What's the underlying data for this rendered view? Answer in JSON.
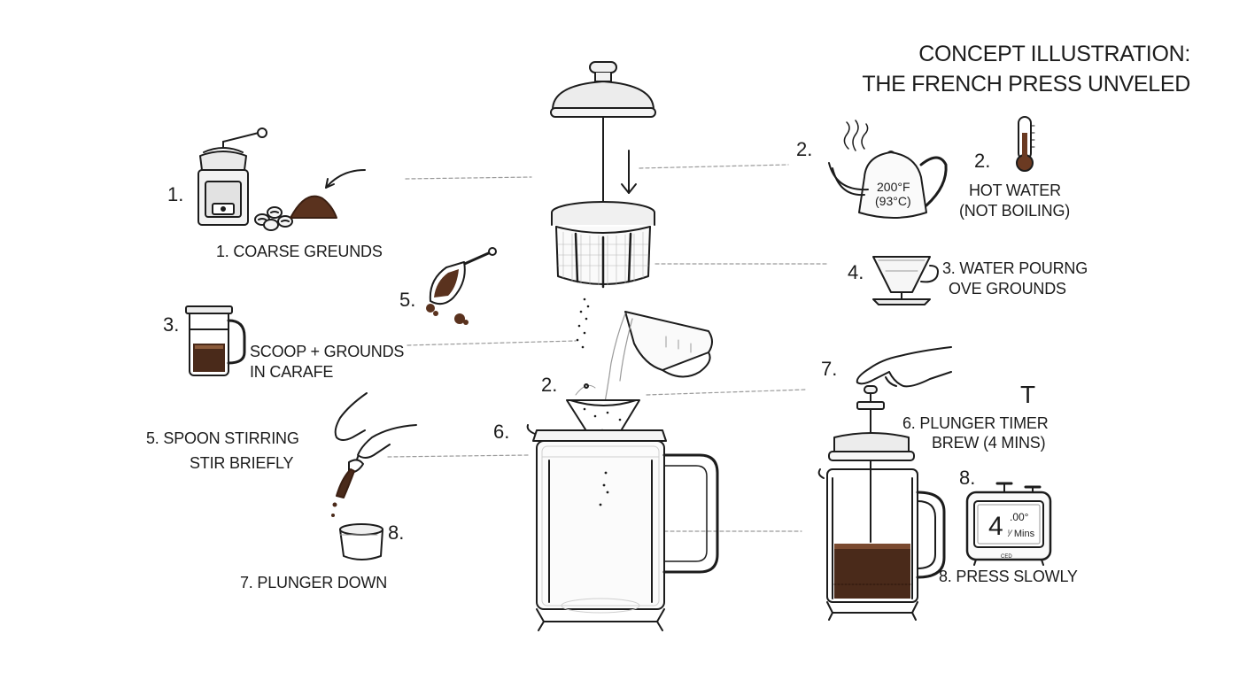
{
  "title": {
    "line1": "CONCEPT ILLUSTRATION:",
    "line2": "THE FRENCH PRESS UNVELED"
  },
  "left": {
    "step1_num": "1.",
    "step1_label": "1. COARSE GREUNDS",
    "step3_num": "3.",
    "step3_label_line1": "SCOOP + GROUNDS",
    "step3_label_line2": "IN CARAFE",
    "step5_label_line1": "5. SPOON STIRRING",
    "step5_label_line2": "STIR BRIEFLY",
    "step8_num": "8.",
    "step7_label": "7. PLUNGER DOWN"
  },
  "center": {
    "scoop_num": "5.",
    "pour_num": "2.",
    "carafe_num": "6."
  },
  "right": {
    "kettle_num": "2.",
    "kettle_temp_line1": "200°F",
    "kettle_temp_line2": "(93°C)",
    "thermo_num": "2.",
    "hot_water_line1": "HOT WATER",
    "hot_water_line2": "(NOT BOILING)",
    "dripper_num": "4.",
    "pouring_line1": "3. WATER POURNG",
    "pouring_line2": "OVE GROUNDS",
    "hand_num": "7.",
    "timer_glyph": "T",
    "plunger_timer_line1": "6. PLUNGER TIMER",
    "plunger_timer_line2": "BREW (4 MINS)",
    "timer_num": "8.",
    "timer_display_big": "4",
    "timer_display_small": ".00°",
    "timer_display_unit": "ⁱ⁄ Mins",
    "timer_brand": "CED",
    "press_slowly_label": "8. PRESS SLOWLY"
  },
  "colors": {
    "ink": "#1c1c1c",
    "coffee": "#4a2a1a",
    "coffee_light": "#6b3a22",
    "metal": "#e9e9e9",
    "guide_line": "#9a9a9a"
  },
  "icons": [
    "grinder-icon",
    "coffee-beans-icon",
    "ground-pile-icon",
    "scoop-icon",
    "carafe-icon",
    "spoon-hand-icon",
    "cup-icon",
    "plunger-lid-icon",
    "mesh-filter-icon",
    "pour-jug-icon",
    "funnel-icon",
    "french-press-icon",
    "kettle-icon",
    "thermometer-icon",
    "dripper-icon",
    "hand-icon",
    "press-with-coffee-icon",
    "timer-icon"
  ]
}
